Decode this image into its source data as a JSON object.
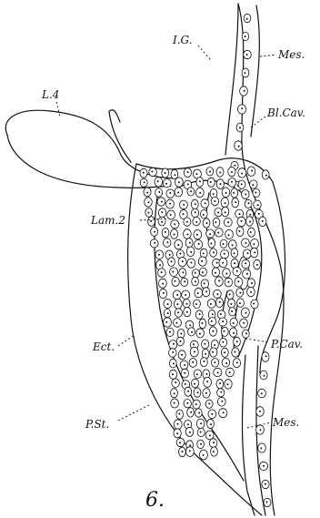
{
  "figure": {
    "number": "6.",
    "labels": {
      "lg": "I.G.",
      "mes_top": "Mes.",
      "l4": "L.4",
      "blcav": "Bl.Cav.",
      "lam2": "Lam.2",
      "ect": "Ect.",
      "pcav": "P.Cav.",
      "pst": "P.St.",
      "mes_bottom": "Mes."
    }
  }
}
